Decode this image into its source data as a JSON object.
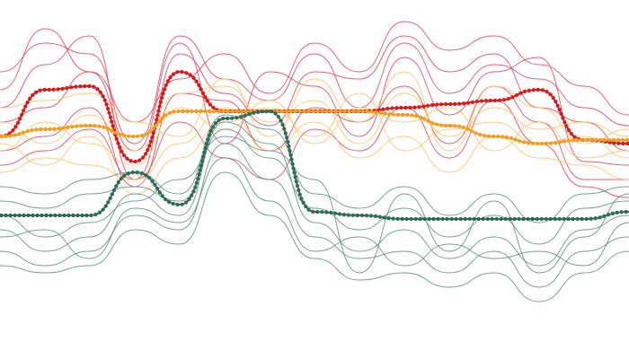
{
  "chart_data": {
    "type": "line",
    "title": "",
    "xlabel": "",
    "ylabel": "",
    "x": [
      0,
      1,
      2,
      3,
      4,
      5,
      6,
      7,
      8,
      9,
      10,
      11,
      12,
      13,
      14
    ],
    "ylim": [
      0,
      100
    ],
    "grid": false,
    "axes_visible": false,
    "legend": "none",
    "groups": [
      {
        "color": "#d7191c",
        "thin_color": "#e3465a",
        "highlight": [
          62,
          75,
          76,
          55,
          80,
          69,
          69,
          69,
          69,
          70,
          71,
          72,
          75,
          61,
          60
        ],
        "series": [
          [
            80,
            88,
            85,
            60,
            90,
            78,
            72,
            85,
            70,
            88,
            74,
            82,
            78,
            70,
            65
          ],
          [
            70,
            82,
            90,
            50,
            85,
            74,
            65,
            80,
            78,
            90,
            80,
            85,
            70,
            66,
            58
          ],
          [
            66,
            70,
            80,
            58,
            88,
            60,
            80,
            76,
            62,
            84,
            68,
            80,
            84,
            55,
            54
          ],
          [
            58,
            62,
            70,
            48,
            74,
            72,
            58,
            70,
            66,
            76,
            60,
            76,
            66,
            50,
            50
          ],
          [
            75,
            92,
            80,
            66,
            78,
            85,
            74,
            88,
            80,
            94,
            86,
            90,
            82,
            76,
            68
          ],
          [
            54,
            58,
            64,
            50,
            66,
            56,
            50,
            64,
            58,
            70,
            56,
            72,
            60,
            48,
            45
          ]
        ]
      },
      {
        "color": "#f39c1e",
        "thin_color": "#fdc36b",
        "highlight": [
          62,
          64,
          65,
          62,
          69,
          69,
          69,
          69,
          69,
          68,
          65,
          62,
          60,
          61,
          61
        ],
        "series": [
          [
            66,
            60,
            68,
            58,
            74,
            76,
            66,
            72,
            60,
            74,
            62,
            70,
            64,
            66,
            62
          ],
          [
            58,
            66,
            60,
            54,
            70,
            64,
            72,
            60,
            70,
            66,
            70,
            58,
            66,
            56,
            58
          ],
          [
            70,
            72,
            74,
            66,
            62,
            78,
            62,
            78,
            66,
            80,
            58,
            76,
            70,
            60,
            64
          ],
          [
            52,
            56,
            54,
            50,
            60,
            70,
            58,
            66,
            56,
            62,
            52,
            62,
            56,
            54,
            50
          ],
          [
            60,
            54,
            62,
            46,
            56,
            66,
            70,
            62,
            74,
            58,
            64,
            66,
            60,
            62,
            56
          ]
        ]
      },
      {
        "color": "#2e6b57",
        "thin_color": "#5f8f80",
        "highlight": [
          40,
          40,
          40,
          52,
          43,
          67,
          69,
          41,
          40,
          39,
          39,
          39,
          39,
          39,
          41
        ],
        "series": [
          [
            36,
            30,
            34,
            46,
            40,
            66,
            60,
            38,
            30,
            36,
            28,
            34,
            26,
            36,
            40
          ],
          [
            44,
            42,
            46,
            48,
            44,
            64,
            56,
            42,
            36,
            42,
            34,
            40,
            32,
            42,
            44
          ],
          [
            30,
            26,
            30,
            40,
            36,
            60,
            50,
            34,
            28,
            30,
            24,
            30,
            20,
            30,
            34
          ],
          [
            48,
            46,
            50,
            52,
            46,
            68,
            64,
            46,
            42,
            48,
            40,
            46,
            38,
            46,
            48
          ],
          [
            34,
            36,
            28,
            42,
            38,
            56,
            44,
            30,
            34,
            26,
            32,
            28,
            30,
            26,
            38
          ],
          [
            40,
            34,
            38,
            44,
            50,
            62,
            58,
            50,
            24,
            46,
            30,
            44,
            24,
            34,
            46
          ],
          [
            26,
            24,
            26,
            36,
            32,
            52,
            40,
            28,
            22,
            24,
            20,
            24,
            16,
            24,
            30
          ]
        ]
      }
    ]
  }
}
